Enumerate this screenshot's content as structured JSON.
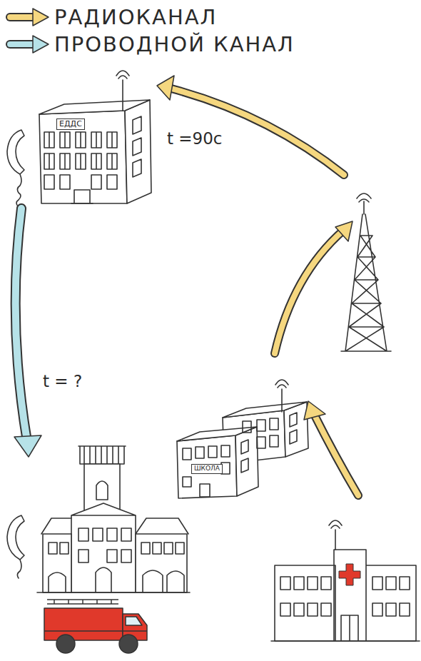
{
  "diagram": {
    "nodes": [
      {
        "text": [
          "ЕДДС"
        ]
      },
      {
        "text": [
          "ШКОЛА"
        ]
      }
    ],
    "labels": [
      "t =90с",
      "t = ?"
    ],
    "legend": [
      {
        "text": "РАДИОКАНАЛ",
        "color": "#f5d77f"
      },
      {
        "text": "ПРОВОДНОЙ КАНАЛ",
        "color": "#b6e2e8"
      }
    ]
  }
}
